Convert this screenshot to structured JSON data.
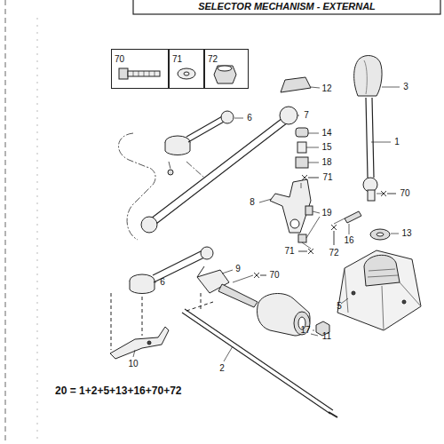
{
  "diagram": {
    "title": "SELECTOR MECHANISM - EXTERNAL",
    "nodes": [
      {
        "text": [
          "70"
        ]
      },
      {
        "text": [
          "71"
        ]
      },
      {
        "text": [
          "72"
        ]
      }
    ],
    "labels": [
      "3",
      "12",
      "6",
      "7",
      "14",
      "1",
      "15",
      "18",
      "71",
      "70",
      "8",
      "19",
      "16",
      "13",
      "71",
      "72",
      "9",
      "70",
      "6",
      "5",
      "17",
      "11",
      "10",
      "2",
      "20 = 1+2+5+13+16+70+72"
    ]
  }
}
